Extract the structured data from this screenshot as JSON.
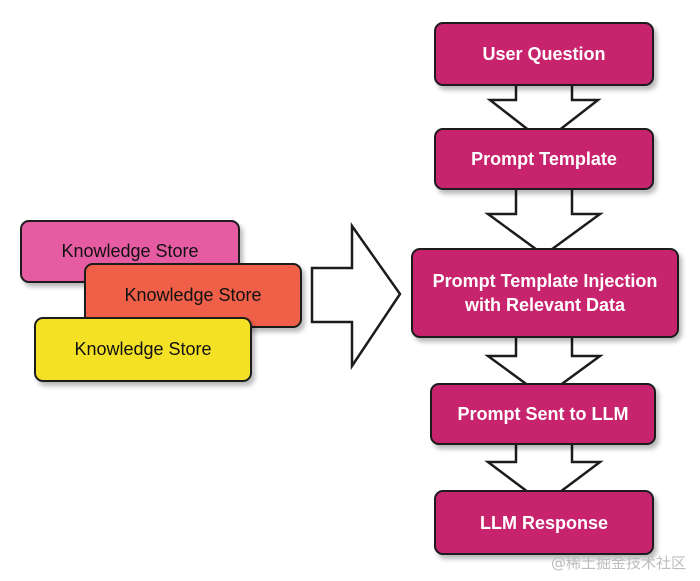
{
  "flow_steps": [
    {
      "label": "User Question"
    },
    {
      "label": "Prompt Template"
    },
    {
      "label": "Prompt Template Injection\nwith Relevant Data"
    },
    {
      "label": "Prompt Sent to LLM"
    },
    {
      "label": "LLM Response"
    }
  ],
  "knowledge_stores": [
    {
      "label": "Knowledge Store",
      "color": "#e55ca3"
    },
    {
      "label": "Knowledge Store",
      "color": "#f06048"
    },
    {
      "label": "Knowledge Store",
      "color": "#f4e125"
    }
  ],
  "colors": {
    "flow_box": "#c8246e",
    "outline": "#1c1c1c"
  },
  "watermark": "@稀土掘金技术社区"
}
